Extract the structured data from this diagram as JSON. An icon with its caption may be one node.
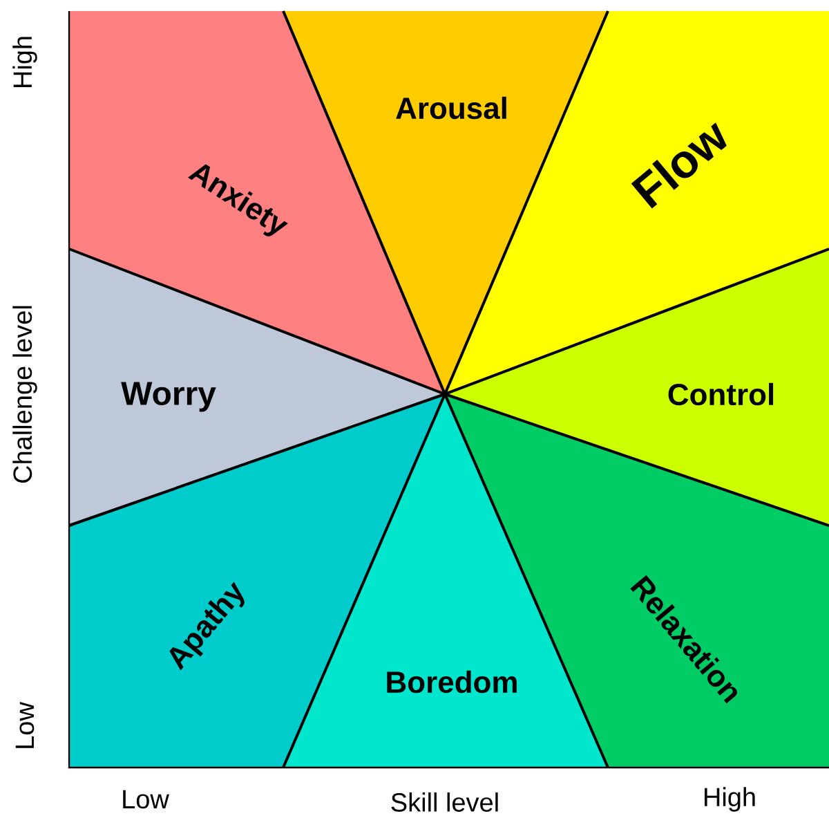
{
  "diagram": {
    "nodes": [
      {
        "text": [
          "Anxiety"
        ]
      },
      {
        "text": [
          "Arousal"
        ]
      },
      {
        "text": [
          "Flow"
        ]
      },
      {
        "text": [
          "Worry"
        ]
      },
      {
        "text": [
          "Control"
        ]
      },
      {
        "text": [
          "Apathy"
        ]
      },
      {
        "text": [
          "Boredom"
        ]
      },
      {
        "text": [
          "Relaxation"
        ]
      }
    ],
    "edges": [],
    "labels": [
      "High",
      "Challenge level",
      "Low",
      "Low",
      "Skill level",
      "High"
    ]
  }
}
